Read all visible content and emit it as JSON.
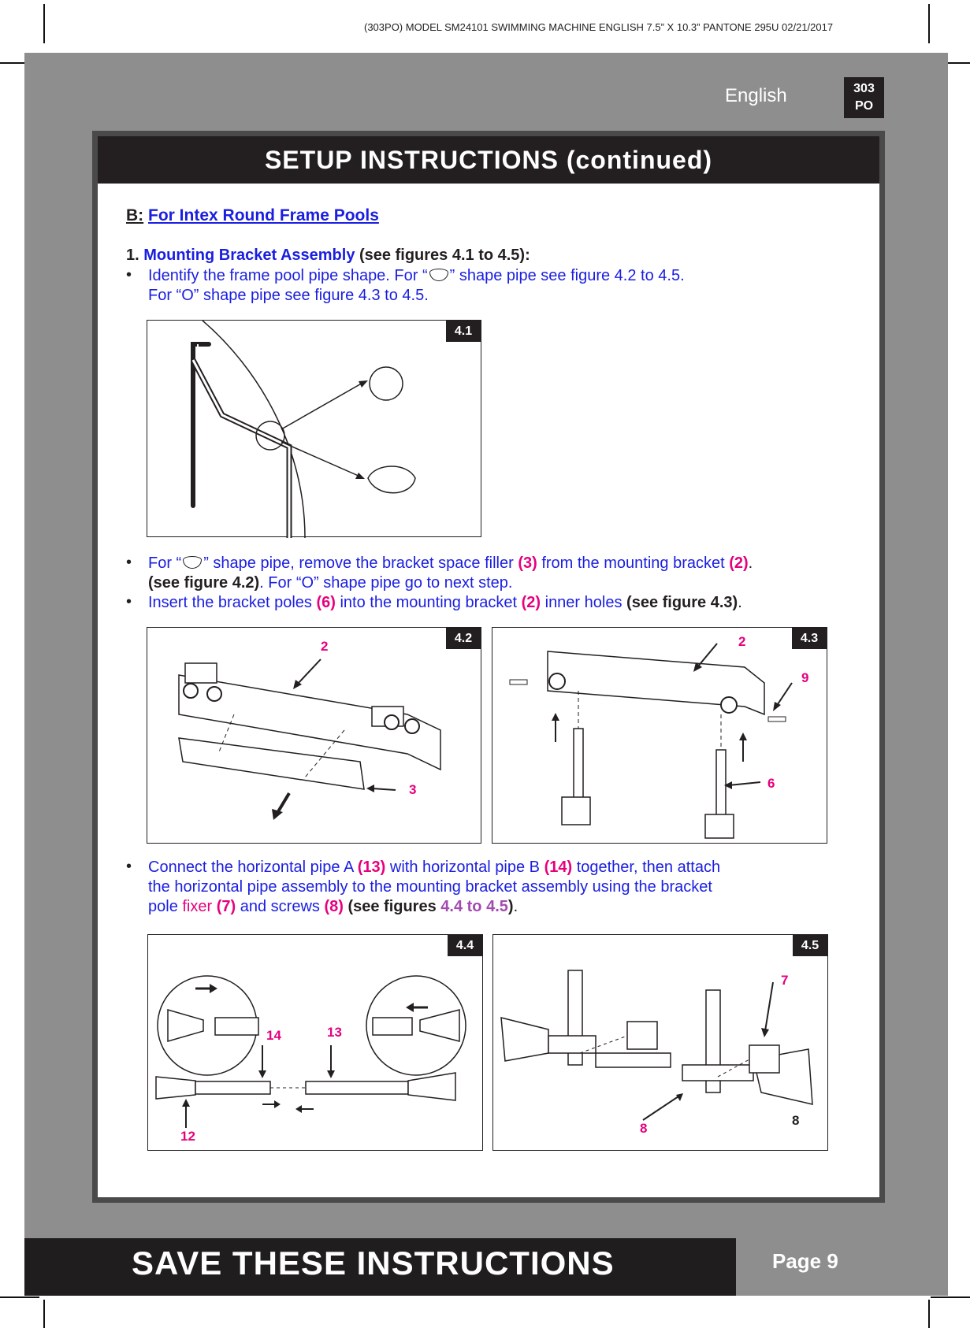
{
  "print_header": "(303PO)  MODEL SM24101 SWIMMING MACHINE  ENGLISH  7.5” X 10.3”  PANTONE 295U  02/21/2017",
  "language": "English",
  "code_line1": "303",
  "code_line2": "PO",
  "title": "SETUP INSTRUCTIONS (continued)",
  "section": {
    "letter": "B:",
    "title": "For Intex Round Frame Pools"
  },
  "step1": {
    "num": "1.",
    "title": "Mounting Bracket Assembly",
    "ref": "(see figures 4.1 to 4.5):",
    "b1_l1a": "Identify the frame pool pipe shape. For “",
    "b1_l1b": "” shape pipe see figure 4.2 to 4.5.",
    "b1_l2": "For “O” shape pipe see figure 4.3 to 4.5."
  },
  "b2": {
    "a": "For “",
    "b": "” shape pipe, remove the bracket space filler ",
    "n3": "(3)",
    "c": " from the mounting bracket ",
    "n2": "(2)",
    "d": ".",
    "e": "(see figure 4.2)",
    "f": ". For “O” shape pipe go to next step."
  },
  "b3": {
    "a": "Insert the bracket poles ",
    "n6": "(6)",
    "b": " into the mounting bracket ",
    "n2": "(2)",
    "c": " inner holes ",
    "d": "(see figure 4.3)",
    "e": "."
  },
  "b4": {
    "a": "Connect the horizontal pipe A ",
    "n13": "(13)",
    "b": " with horizontal pipe B ",
    "n14": "(14)",
    "c": " together, then attach",
    "l2": "the horizontal pipe assembly to the mounting bracket assembly using the bracket",
    "d": "pole ",
    "e": "fixer ",
    "n7": "(7)",
    "f": " and screws ",
    "n8": "(8)",
    "g": " (see figures ",
    "h": "4.4 to 4.5",
    "i": ")",
    "j": "."
  },
  "figures": {
    "f41": "4.1",
    "f42": "4.2",
    "f43": "4.3",
    "f44": "4.4",
    "f45": "4.5"
  },
  "callouts": {
    "c42_2": "2",
    "c42_3": "3",
    "c43_2": "2",
    "c43_9": "9",
    "c43_6": "6",
    "c44_14": "14",
    "c44_13": "13",
    "c44_12": "12",
    "c45_7": "7",
    "c45_8a": "8",
    "c45_8b": "8"
  },
  "footer": {
    "save": "SAVE THESE INSTRUCTIONS",
    "page": "Page 9"
  },
  "colors": {
    "accent_blue": "#1a1ee0",
    "magenta": "#e6007e",
    "purple": "#a24bb0",
    "dark": "#231f20",
    "gray": "#8e8e8e"
  }
}
